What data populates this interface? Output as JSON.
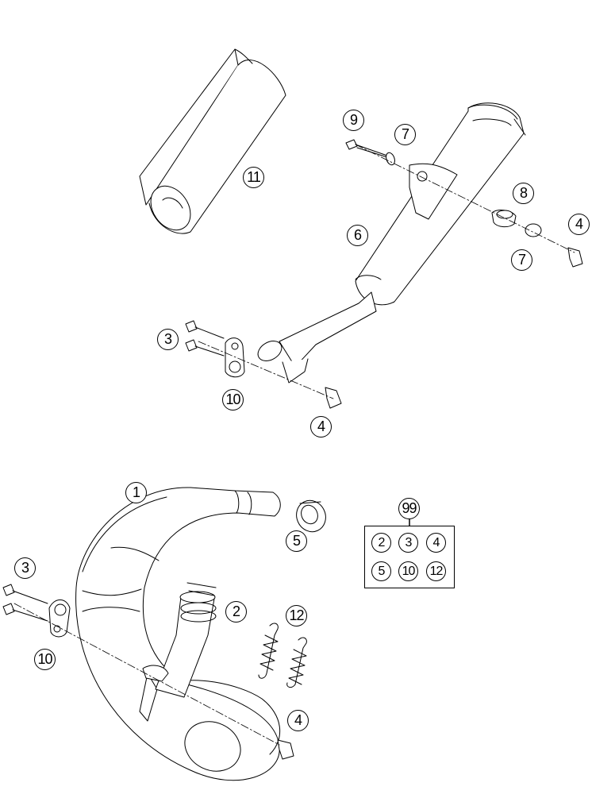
{
  "callouts": {
    "c9": "9",
    "c7a": "7",
    "c11": "11",
    "c8": "8",
    "c4a": "4",
    "c6": "6",
    "c7b": "7",
    "c3a": "3",
    "c10a": "10",
    "c4b": "4",
    "c1": "1",
    "c5": "5",
    "c99": "99",
    "c3b": "3",
    "c2": "2",
    "c12": "12",
    "c10b": "10",
    "c4c": "4"
  },
  "kit": {
    "items": [
      "2",
      "3",
      "4",
      "5",
      "10",
      "12"
    ]
  }
}
